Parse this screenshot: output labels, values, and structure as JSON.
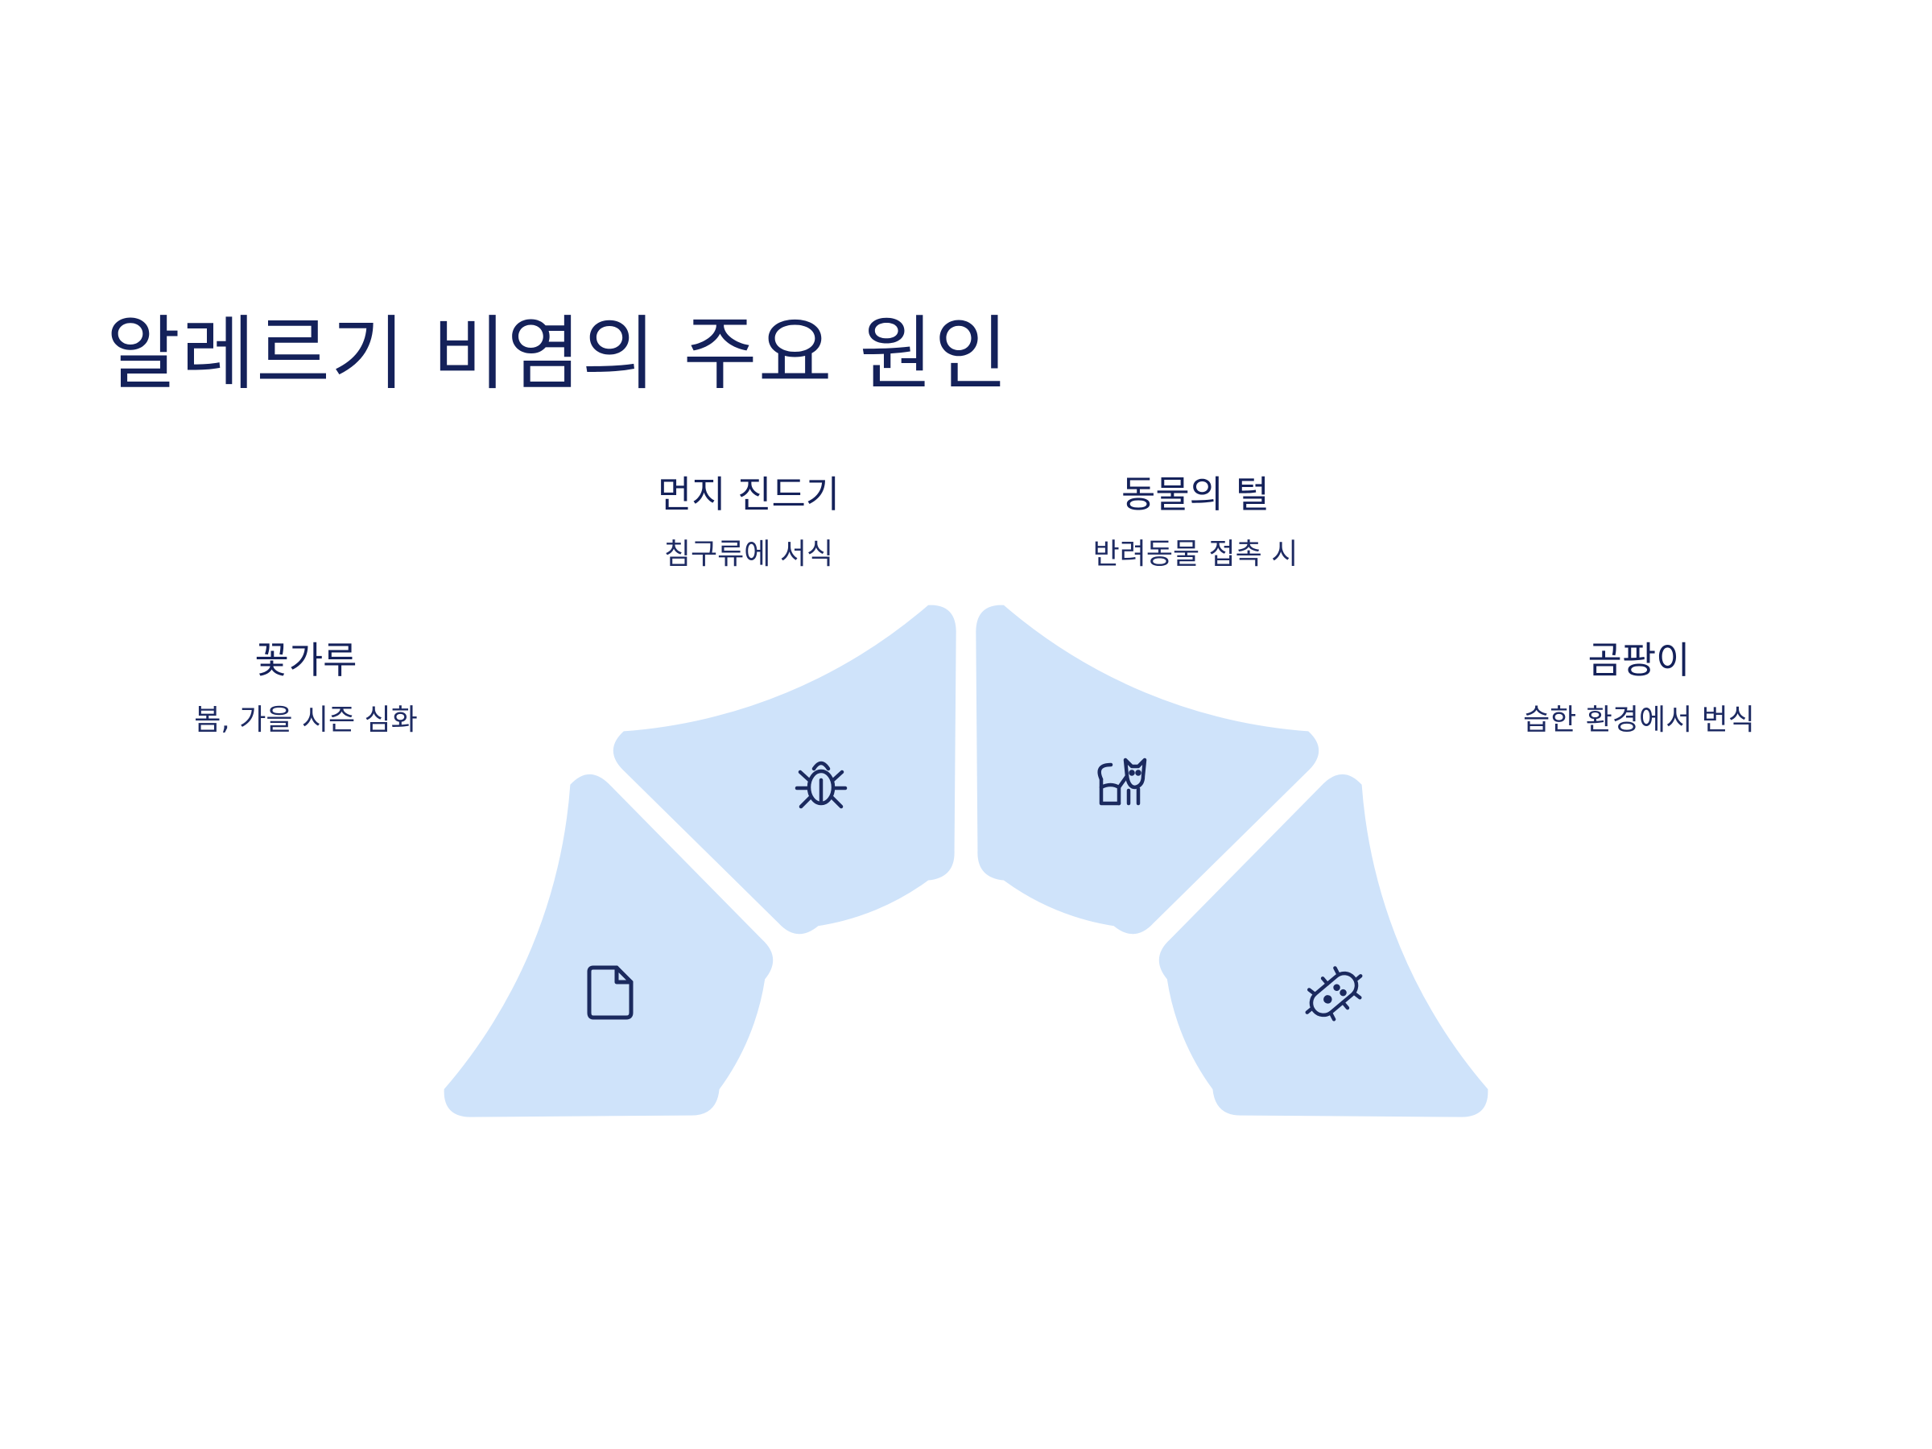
{
  "title": "알레르기 비염의 주요 원인",
  "colors": {
    "segment_fill": "#cfe3fa",
    "text": "#14215a",
    "icon": "#1b2a5e"
  },
  "causes": [
    {
      "title": "꽃가루",
      "description": "봄, 가을 시즌 심화",
      "icon": "document-icon"
    },
    {
      "title": "먼지 진드기",
      "description": "침구류에 서식",
      "icon": "bug-icon"
    },
    {
      "title": "동물의 털",
      "description": "반려동물 접촉 시",
      "icon": "cat-icon"
    },
    {
      "title": "곰팡이",
      "description": "습한 환경에서 번식",
      "icon": "microbe-icon"
    }
  ]
}
